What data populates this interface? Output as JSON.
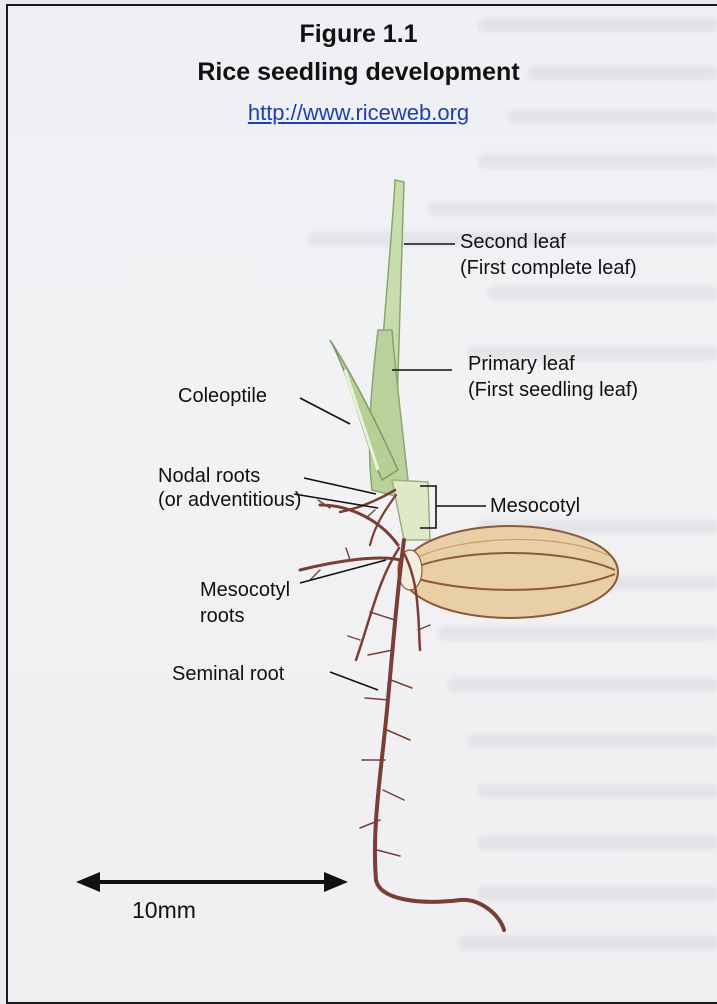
{
  "figure": {
    "number": "Figure 1.1",
    "title": "Rice seedling development",
    "url": "http://www.riceweb.org"
  },
  "labels": {
    "second_leaf": "Second leaf",
    "second_leaf_sub": "(First complete leaf)",
    "primary_leaf": "Primary leaf",
    "primary_leaf_sub": "(First seedling leaf)",
    "coleoptile": "Coleoptile",
    "nodal_roots": "Nodal roots",
    "nodal_roots_sub": "(or adventitious)",
    "mesocotyl": "Mesocotyl",
    "mesocotyl_roots": "Mesocotyl",
    "mesocotyl_roots_sub": "roots",
    "seminal_root": "Seminal root"
  },
  "scale": {
    "label": "10mm"
  },
  "colors": {
    "leaf": "#c8dcae",
    "leaf_edge": "#8aa472",
    "root": "#7a3e36",
    "seed": "#e9cfa6",
    "seed_edge": "#8a5a3a",
    "url": "#1e3fb0"
  }
}
